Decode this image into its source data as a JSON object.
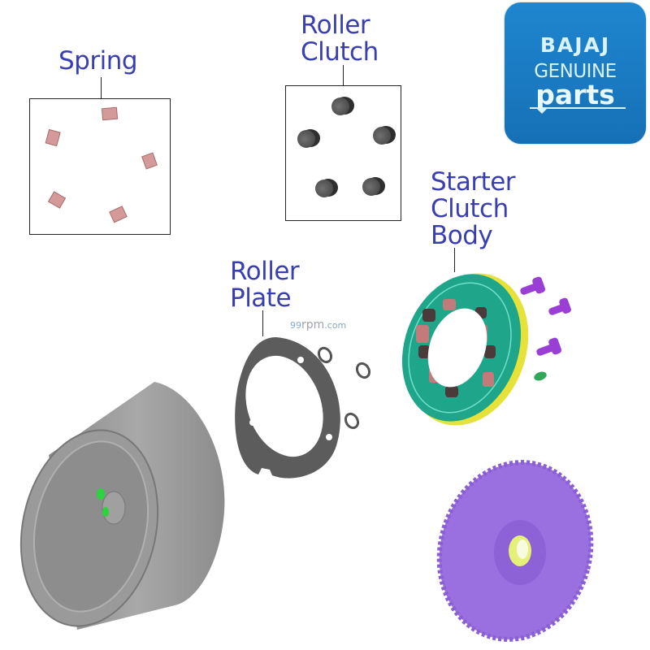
{
  "logo": {
    "brand": "BAJAJ",
    "line2": "GENUINE",
    "line3": "parts",
    "bg_color": "#1a7cc4",
    "text_color": "#d9f2fb"
  },
  "labels": {
    "spring": "Spring",
    "roller_clutch": "Roller\nClutch",
    "roller_plate": "Roller\nPlate",
    "starter_clutch_body": "Starter\nClutch\nBody"
  },
  "watermark": {
    "prefix": "99",
    "main": "rpm",
    "suffix": ".com"
  },
  "colors": {
    "label_text": "#3a3fb0",
    "spring": "#d9a3a3",
    "roller": "#5a5a5a",
    "plate": "#5c5c5c",
    "clutch_body": "#1fa58a",
    "clutch_rim": "#e6e23a",
    "bolts": "#9a3fd6",
    "gear": "#9a6fe0",
    "drum": "#9c9c9c"
  },
  "parts": [
    {
      "id": "spring",
      "name": "Spring",
      "count": 5
    },
    {
      "id": "roller-clutch",
      "name": "Roller Clutch",
      "count": 5
    },
    {
      "id": "roller-plate",
      "name": "Roller Plate"
    },
    {
      "id": "starter-clutch-body",
      "name": "Starter Clutch Body"
    },
    {
      "id": "clutch-bolts",
      "name": "Bolts",
      "count": 3
    },
    {
      "id": "washers",
      "name": "Washers",
      "count": 3
    },
    {
      "id": "starter-gear",
      "name": "Starter Gear"
    },
    {
      "id": "drum-housing",
      "name": "Drum / Rotor"
    }
  ]
}
